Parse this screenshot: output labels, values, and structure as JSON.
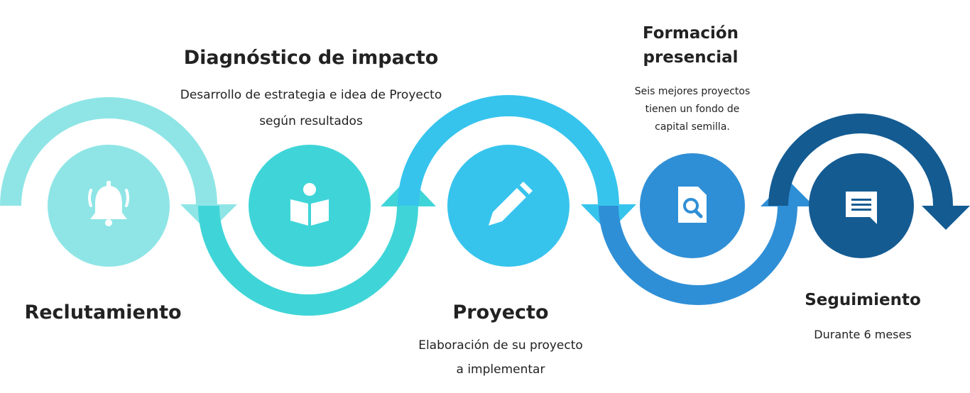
{
  "stages": [
    {
      "id": "reclutamiento",
      "title": "Reclutamiento",
      "description": [],
      "icon": "bell-icon",
      "color": "#8fe5e6"
    },
    {
      "id": "diagnostico",
      "title": "Diagnóstico de impacto",
      "description": [
        "Desarrollo de estrategia e idea de Proyecto",
        "según resultados"
      ],
      "icon": "reading-person-icon",
      "color": "#3fd5d8"
    },
    {
      "id": "proyecto",
      "title": "Proyecto",
      "description": [
        "Elaboración de su proyecto",
        "a implementar"
      ],
      "icon": "pencil-icon",
      "color": "#36c4ed"
    },
    {
      "id": "formacion",
      "title": [
        "Formación",
        "presencial"
      ],
      "description": [
        "Seis mejores proyectos",
        "tienen un fondo de",
        "capital semilla."
      ],
      "icon": "document-search-icon",
      "color": "#2f8fd6"
    },
    {
      "id": "seguimiento",
      "title": "Seguimiento",
      "description": [
        "Durante 6 meses"
      ],
      "icon": "chat-message-icon",
      "color": "#145b92"
    }
  ]
}
